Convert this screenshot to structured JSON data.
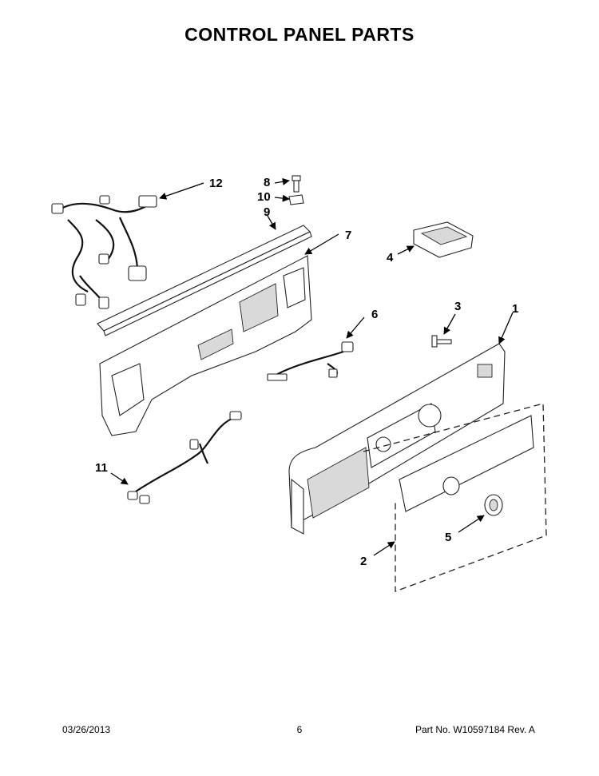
{
  "title": "CONTROL PANEL PARTS",
  "callouts": {
    "c1": "1",
    "c2": "2",
    "c3": "3",
    "c4": "4",
    "c5": "5",
    "c6": "6",
    "c7": "7",
    "c8": "8",
    "c9": "9",
    "c10": "10",
    "c11": "11",
    "c12": "12"
  },
  "footer": {
    "date": "03/26/2013",
    "page": "6",
    "part_no": "Part No.  W10597184  Rev.  A"
  }
}
